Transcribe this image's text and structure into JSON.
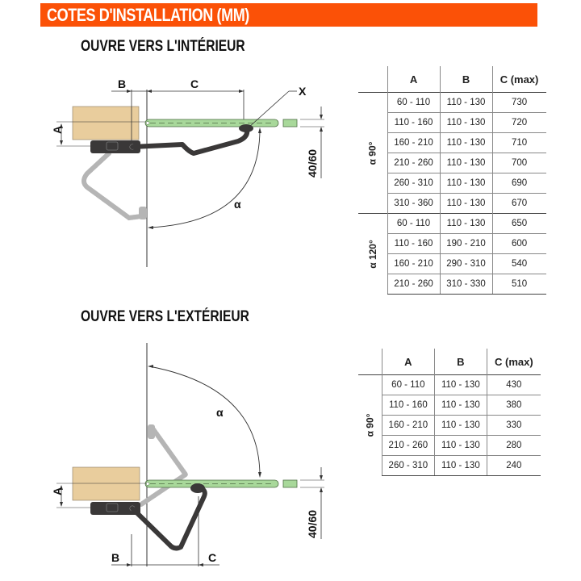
{
  "header": {
    "title": "COTES D'INSTALLATION (MM)",
    "color": "#fb5107"
  },
  "sections": [
    {
      "title": "OUVRE VERS L'INTÉRIEUR",
      "diagram": {
        "labels": {
          "a": "A",
          "b": "B",
          "c": "C",
          "x": "X",
          "alpha": "α",
          "thickness": "40/60"
        }
      },
      "table": {
        "headers": [
          "A",
          "B",
          "C (max)"
        ],
        "groups": [
          {
            "label": "α 90°",
            "rows": [
              [
                "60 - 110",
                "110 - 130",
                "730"
              ],
              [
                "110 - 160",
                "110 - 130",
                "720"
              ],
              [
                "160 - 210",
                "110 - 130",
                "710"
              ],
              [
                "210 - 260",
                "110 - 130",
                "700"
              ],
              [
                "260 - 310",
                "110 - 130",
                "690"
              ],
              [
                "310 - 360",
                "110 - 130",
                "670"
              ]
            ]
          },
          {
            "label": "α 120°",
            "rows": [
              [
                "60 - 110",
                "110 - 130",
                "650"
              ],
              [
                "110 - 160",
                "190 - 210",
                "600"
              ],
              [
                "160 - 210",
                "290 - 310",
                "540"
              ],
              [
                "210 - 260",
                "310 - 330",
                "510"
              ]
            ]
          }
        ]
      }
    },
    {
      "title": "OUVRE VERS L'EXTÉRIEUR",
      "diagram": {
        "labels": {
          "a": "A",
          "b": "B",
          "c": "C",
          "alpha": "α",
          "thickness": "40/60"
        }
      },
      "table": {
        "headers": [
          "A",
          "B",
          "C (max)"
        ],
        "groups": [
          {
            "label": "α 90°",
            "rows": [
              [
                "60 - 110",
                "110 - 130",
                "430"
              ],
              [
                "110 - 160",
                "110 - 130",
                "380"
              ],
              [
                "160 - 210",
                "110 - 130",
                "330"
              ],
              [
                "210 - 260",
                "110 - 130",
                "280"
              ],
              [
                "260 - 310",
                "110 - 130",
                "240"
              ]
            ]
          }
        ]
      }
    }
  ],
  "colors": {
    "pillar": "#e9cd9d",
    "gate": "#a8d89a",
    "motor": "#3a3838",
    "ghost_arm": "#b5b5b5"
  }
}
